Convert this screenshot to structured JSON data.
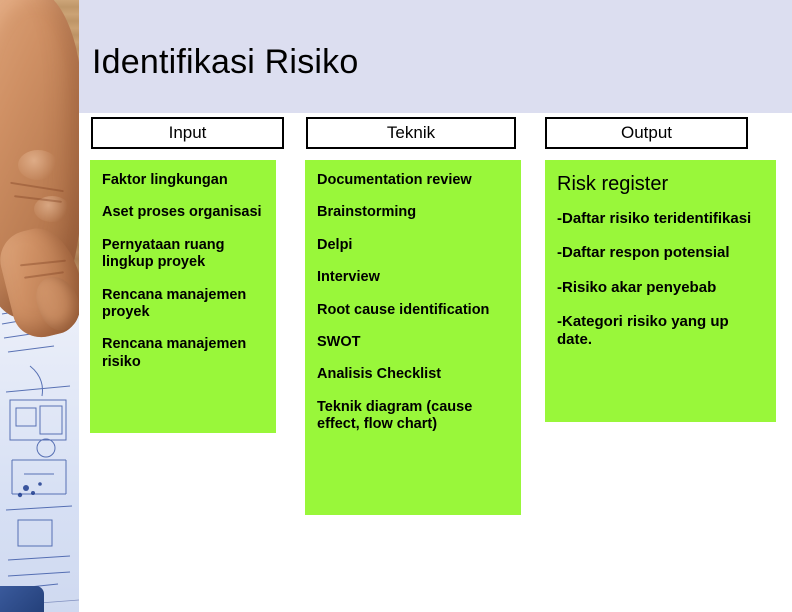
{
  "slide": {
    "title": "Identifikasi Risiko",
    "background_color": "#ffffff",
    "header_band_color": "#dcdef0",
    "box_color": "#99f73a"
  },
  "photo": {
    "alt_name": "hand-pointing-at-blueprint-photo"
  },
  "columns": [
    {
      "id": "input",
      "header": "Input",
      "items": [
        "Faktor lingkungan",
        "Aset proses organisasi",
        "Pernyataan ruang lingkup proyek",
        "Rencana manajemen proyek",
        "Rencana manajemen risiko"
      ]
    },
    {
      "id": "teknik",
      "header": "Teknik",
      "items": [
        "Documentation review",
        "Brainstorming",
        "Delpi",
        "Interview",
        "Root cause identification",
        "SWOT",
        "Analisis Checklist",
        "Teknik diagram (cause effect, flow chart)"
      ]
    },
    {
      "id": "output",
      "header": "Output",
      "lead": "Risk register",
      "items": [
        "-Daftar risiko teridentifikasi",
        "-Daftar respon potensial",
        "-Risiko akar penyebab",
        "-Kategori risiko yang up date."
      ]
    }
  ]
}
